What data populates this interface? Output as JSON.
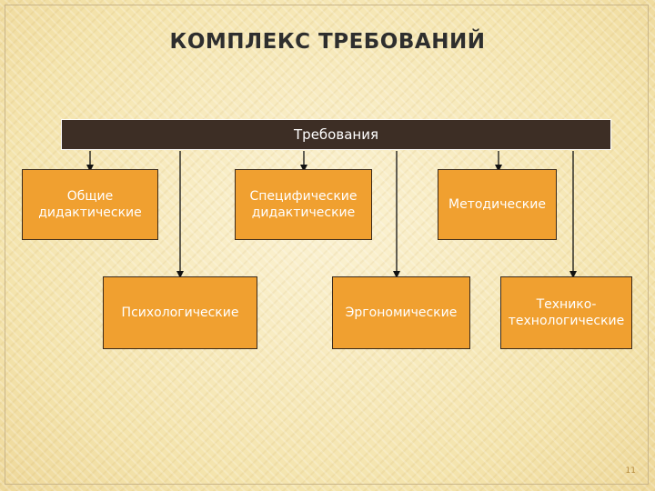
{
  "slide": {
    "title": "КОМПЛЕКС ТРЕБОВАНИЙ",
    "page_number": "11"
  },
  "diagram": {
    "root": "Требования",
    "upper_row": [
      "Общие\nдидактические",
      "Специфические\nдидактические",
      "Методические"
    ],
    "lower_row": [
      "Психологические",
      "Эргономические",
      "Технико-\nтехнологические"
    ]
  },
  "colors": {
    "root_fill": "#3d2e25",
    "box_fill": "#f0a030",
    "box_text": "#ffffff",
    "background": "#f6e9bd"
  }
}
